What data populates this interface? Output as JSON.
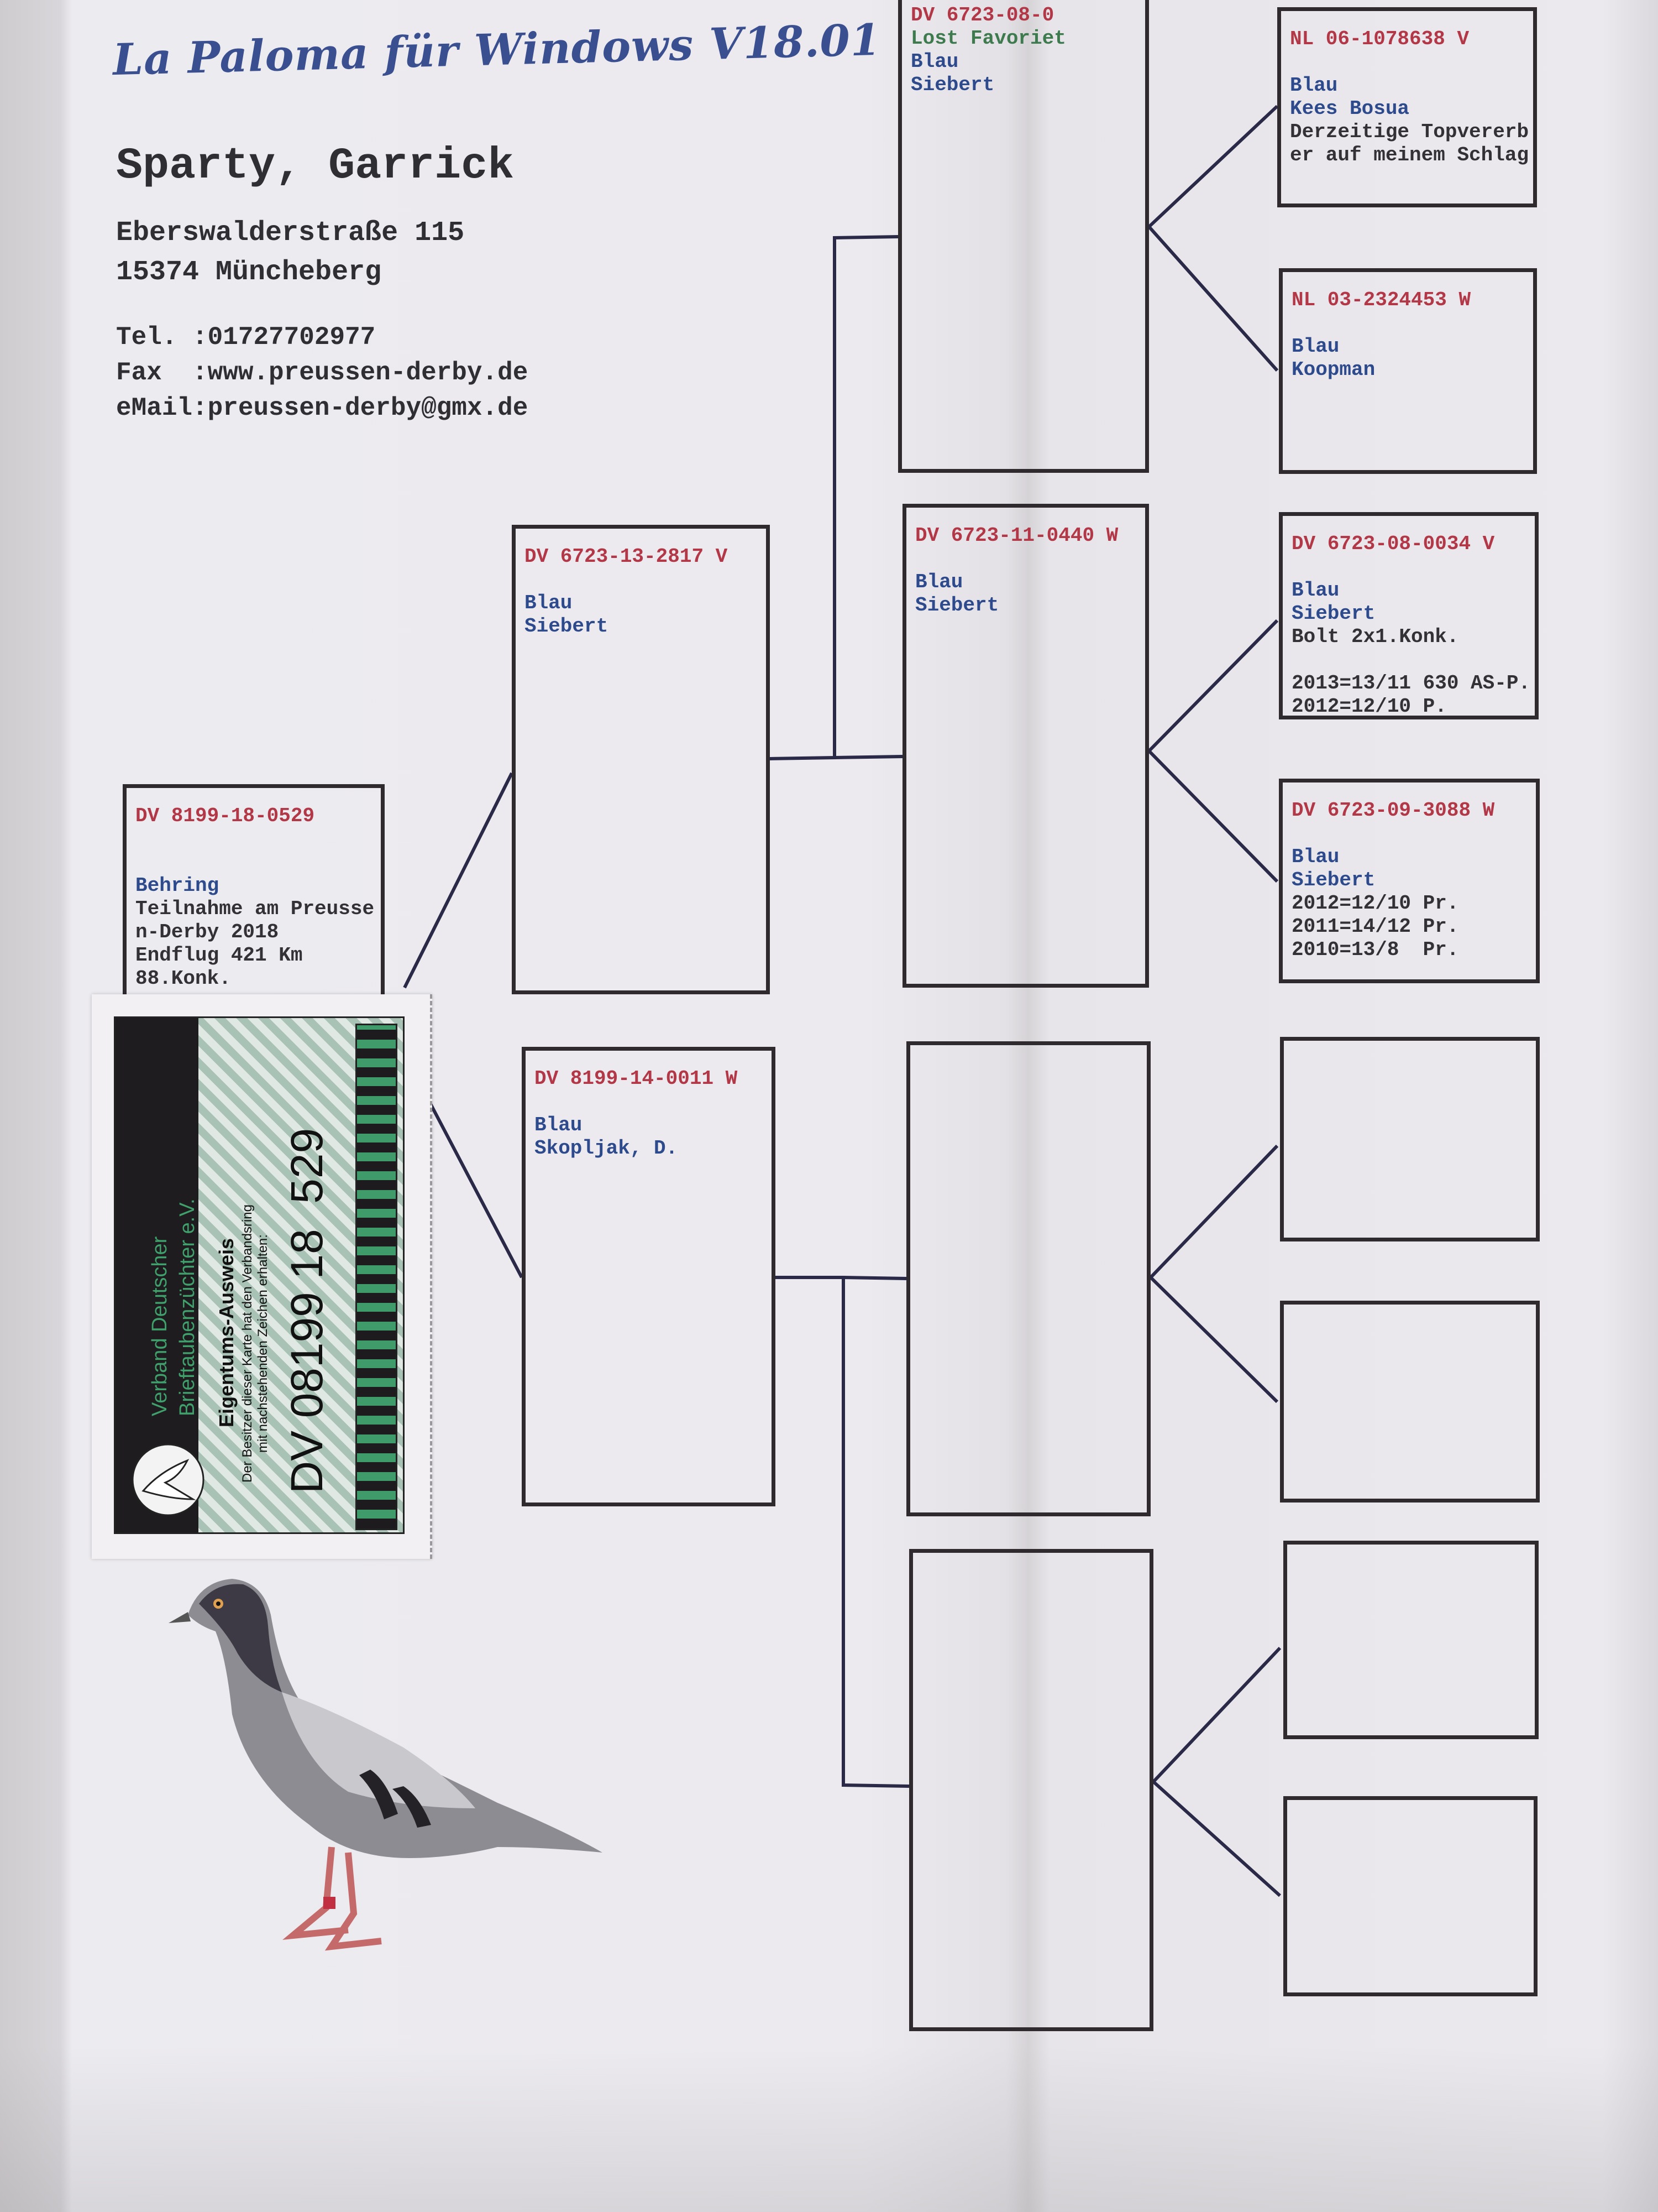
{
  "header": {
    "app_title": "La Paloma für Windows V18.01",
    "owner_name": "Sparty, Garrick",
    "street": "Eberswalderstraße 115",
    "city": "15374 Müncheberg",
    "tel": "Tel. :01727702977",
    "fax": "Fax  :www.preussen-derby.de",
    "email": "eMail:preussen-derby@gmx.de"
  },
  "colors": {
    "ring": "#b23848",
    "blue": "#2d4a8c",
    "green": "#3d7a4e",
    "dark": "#333036"
  },
  "pedigree": {
    "subject": {
      "lines": [
        {
          "t": "DV 8199-18-0529",
          "c": "ring"
        },
        {
          "t": "",
          "c": "sp"
        },
        {
          "t": "",
          "c": "sp"
        },
        {
          "t": "Behring",
          "c": "blue"
        },
        {
          "t": "Teilnahme am Preusse",
          "c": "dark"
        },
        {
          "t": "n-Derby 2018",
          "c": "dark"
        },
        {
          "t": "Endflug 421 Km",
          "c": "dark"
        },
        {
          "t": "88.Konk.",
          "c": "dark"
        }
      ]
    },
    "sire": {
      "lines": [
        {
          "t": "DV 6723-13-2817 V",
          "c": "ring"
        },
        {
          "t": "",
          "c": "sp"
        },
        {
          "t": "Blau",
          "c": "blue"
        },
        {
          "t": "Siebert",
          "c": "blue"
        }
      ]
    },
    "dam": {
      "lines": [
        {
          "t": "DV 8199-14-0011 W",
          "c": "ring"
        },
        {
          "t": "",
          "c": "sp"
        },
        {
          "t": "Blau",
          "c": "blue"
        },
        {
          "t": "Skopljak, D.",
          "c": "blue"
        }
      ]
    },
    "sire_sire": {
      "lines": [
        {
          "t": "DV 6723-08-0",
          "c": "ring"
        },
        {
          "t": "Lost Favoriet",
          "c": "green"
        },
        {
          "t": "Blau",
          "c": "blue"
        },
        {
          "t": "Siebert",
          "c": "blue"
        }
      ]
    },
    "sire_dam": {
      "lines": [
        {
          "t": "DV 6723-11-0440 W",
          "c": "ring"
        },
        {
          "t": "",
          "c": "sp"
        },
        {
          "t": "Blau",
          "c": "blue"
        },
        {
          "t": "Siebert",
          "c": "blue"
        }
      ]
    },
    "dam_sire": {
      "lines": []
    },
    "dam_dam": {
      "lines": []
    },
    "ss_sire": {
      "lines": [
        {
          "t": "NL 06-1078638 V",
          "c": "ring"
        },
        {
          "t": "",
          "c": "sp"
        },
        {
          "t": "Blau",
          "c": "blue"
        },
        {
          "t": "Kees Bosua",
          "c": "blue"
        },
        {
          "t": "Derzeitige Topvererb",
          "c": "dark"
        },
        {
          "t": "er auf meinem Schlag",
          "c": "dark"
        }
      ]
    },
    "ss_dam": {
      "lines": [
        {
          "t": "NL 03-2324453 W",
          "c": "ring"
        },
        {
          "t": "",
          "c": "sp"
        },
        {
          "t": "Blau",
          "c": "blue"
        },
        {
          "t": "Koopman",
          "c": "blue"
        }
      ]
    },
    "sd_sire": {
      "lines": [
        {
          "t": "DV 6723-08-0034 V",
          "c": "ring"
        },
        {
          "t": "",
          "c": "sp"
        },
        {
          "t": "Blau",
          "c": "blue"
        },
        {
          "t": "Siebert",
          "c": "blue"
        },
        {
          "t": "Bolt 2x1.Konk.",
          "c": "dark"
        },
        {
          "t": "",
          "c": "sp"
        },
        {
          "t": "2013=13/11 630 AS-P.",
          "c": "dark"
        },
        {
          "t": "2012=12/10 P.",
          "c": "dark"
        }
      ]
    },
    "sd_dam": {
      "lines": [
        {
          "t": "DV 6723-09-3088 W",
          "c": "ring"
        },
        {
          "t": "",
          "c": "sp"
        },
        {
          "t": "Blau",
          "c": "blue"
        },
        {
          "t": "Siebert",
          "c": "blue"
        },
        {
          "t": "2012=12/10 Pr.",
          "c": "dark"
        },
        {
          "t": "2011=14/12 Pr.",
          "c": "dark"
        },
        {
          "t": "2010=13/8  Pr.",
          "c": "dark"
        }
      ]
    },
    "ds_sire": {
      "lines": []
    },
    "ds_dam": {
      "lines": []
    },
    "dd_sire": {
      "lines": []
    },
    "dd_dam": {
      "lines": []
    }
  },
  "ownership_card": {
    "org_line1": "Verband Deutscher",
    "org_line2": "Brieftaubenzüchter e.V.",
    "title": "Eigentums-Ausweis",
    "text_line1": "Der Besitzer dieser Karte hat den Verbandsring",
    "text_line2": "mit nachstehenden Zeichen erhalten:",
    "ring_number": "DV 08199 18  529"
  }
}
